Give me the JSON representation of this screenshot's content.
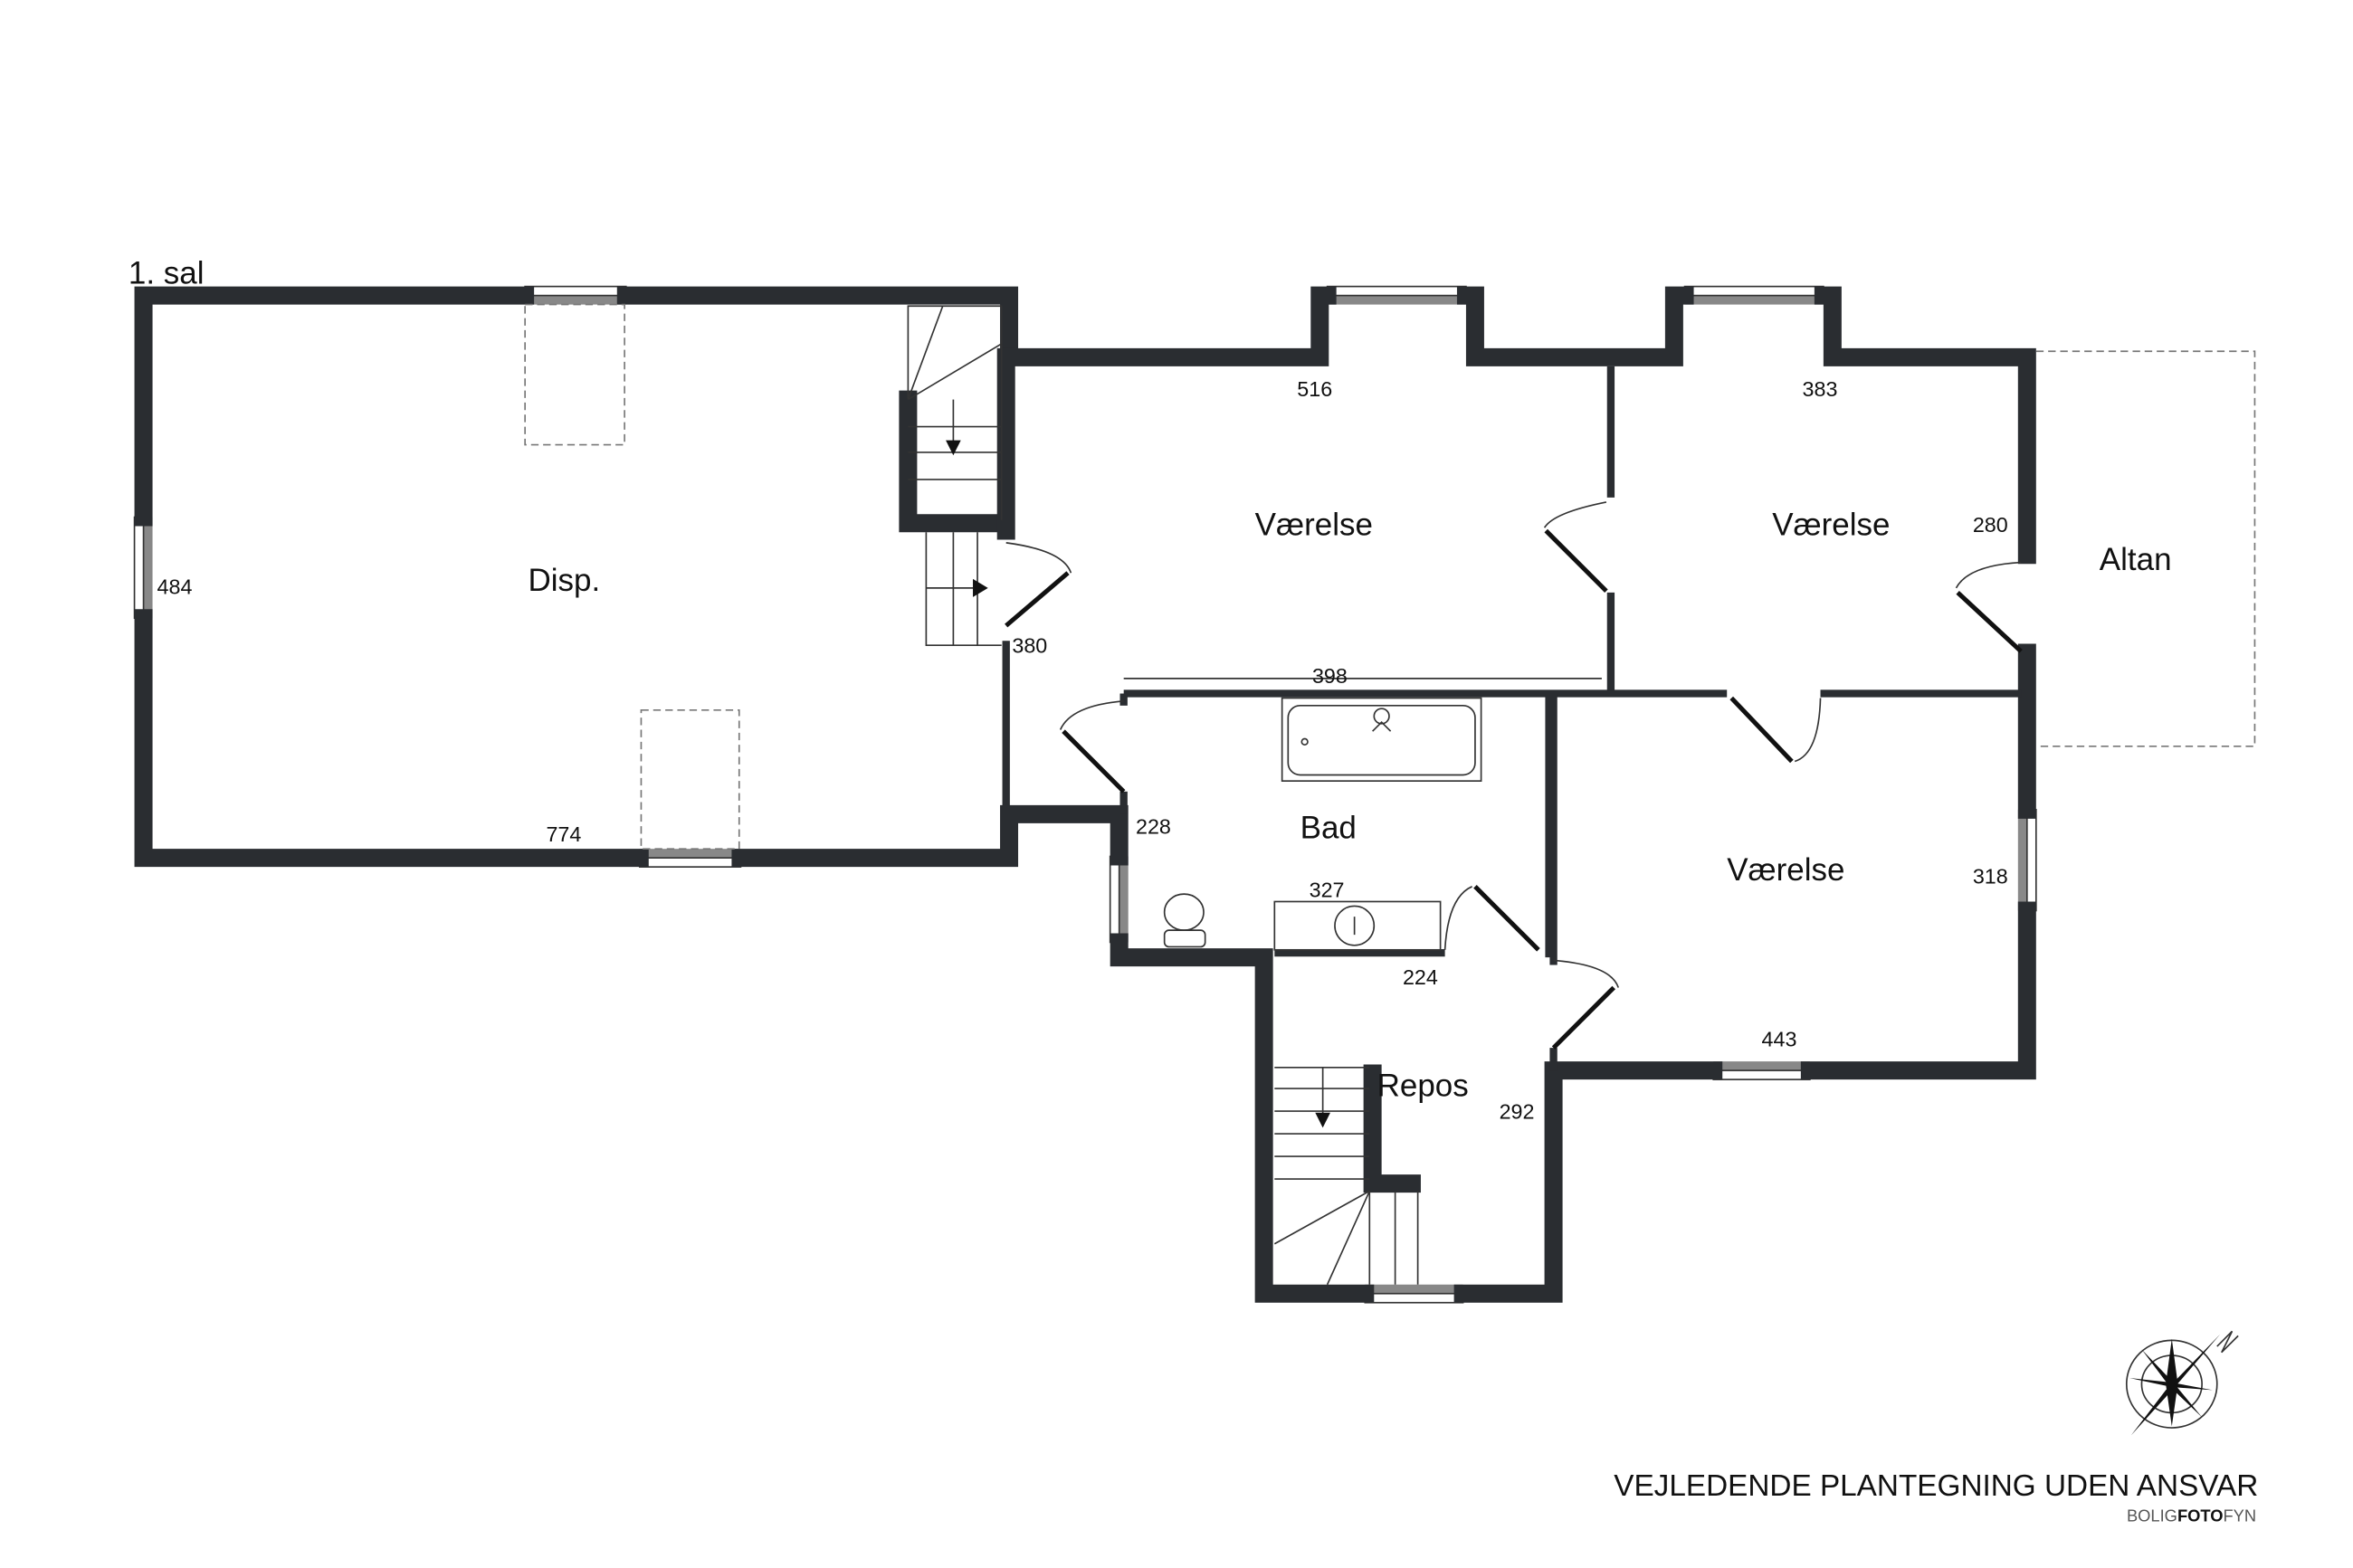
{
  "floor_label": "1. sal",
  "rooms": {
    "disp": "Disp.",
    "vaerelse_1": "Værelse",
    "vaerelse_2": "Værelse",
    "vaerelse_3": "Værelse",
    "altan": "Altan",
    "bad": "Bad",
    "repos": "Repos"
  },
  "dimensions": {
    "d484": "484",
    "d774": "774",
    "d380": "380",
    "d516": "516",
    "d383": "383",
    "d280": "280",
    "d398": "398",
    "d228": "228",
    "d327": "327",
    "d224": "224",
    "d318": "318",
    "d443": "443",
    "d292": "292"
  },
  "footer": {
    "disclaimer": "VEJLEDENDE PLANTEGNING UDEN ANSVAR",
    "brand_a": "BOLIG",
    "brand_b": "FOTO",
    "brand_c": "FYN",
    "compass_letter": "N"
  },
  "colors": {
    "wall": "#2a2d31",
    "window": "#888888"
  }
}
